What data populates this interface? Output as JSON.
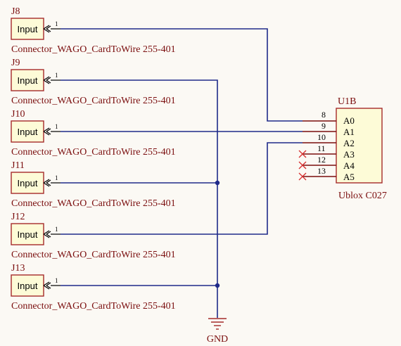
{
  "connectors": [
    {
      "ref": "J8",
      "label": "Input",
      "pin": "1",
      "footprint": "Connector_WAGO_CardToWire 255-401"
    },
    {
      "ref": "J9",
      "label": "Input",
      "pin": "1",
      "footprint": "Connector_WAGO_CardToWire 255-401"
    },
    {
      "ref": "J10",
      "label": "Input",
      "pin": "1",
      "footprint": "Connector_WAGO_CardToWire 255-401"
    },
    {
      "ref": "J11",
      "label": "Input",
      "pin": "1",
      "footprint": "Connector_WAGO_CardToWire 255-401"
    },
    {
      "ref": "J12",
      "label": "Input",
      "pin": "1",
      "footprint": "Connector_WAGO_CardToWire 255-401"
    },
    {
      "ref": "J13",
      "label": "Input",
      "pin": "1",
      "footprint": "Connector_WAGO_CardToWire 255-401"
    }
  ],
  "chip": {
    "ref": "U1B",
    "name": "Ublox C027",
    "pins": [
      {
        "num": "8",
        "name": "A0"
      },
      {
        "num": "9",
        "name": "A1"
      },
      {
        "num": "10",
        "name": "A2"
      },
      {
        "num": "11",
        "name": "A3"
      },
      {
        "num": "12",
        "name": "A4"
      },
      {
        "num": "13",
        "name": "A5"
      }
    ]
  },
  "ground": {
    "label": "GND"
  },
  "colors": {
    "wire": "#1f2a8a",
    "part_outline": "#a52a2a",
    "part_fill": "#fdfbd7",
    "text": "#7a0d0d",
    "noconnect": "#d63030",
    "background": "#fbf9f4"
  }
}
